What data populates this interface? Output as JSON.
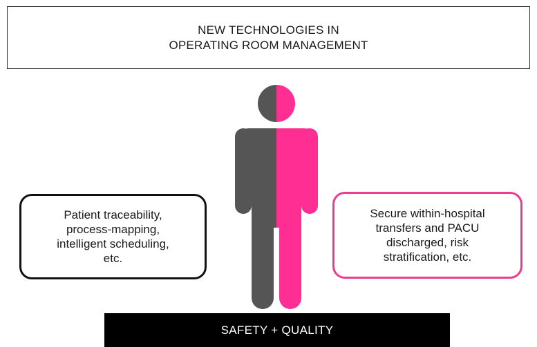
{
  "header": {
    "line1": "NEW TECHNOLOGIES IN",
    "line2": "OPERATING ROOM MANAGEMENT"
  },
  "left_box": {
    "lines": [
      "Patient traceability,",
      "process-mapping,",
      "intelligent scheduling,",
      "etc."
    ]
  },
  "right_box": {
    "lines": [
      "Secure within-hospital",
      "transfers and PACU",
      "discharged, risk",
      "stratification, etc."
    ]
  },
  "footer": {
    "label": "SAFETY + QUALITY"
  },
  "colors": {
    "figure_left": "#555555",
    "figure_right": "#ff2e93",
    "left_border": "#111111",
    "right_border": "#ef3a8f",
    "footer_bg": "#000000"
  }
}
